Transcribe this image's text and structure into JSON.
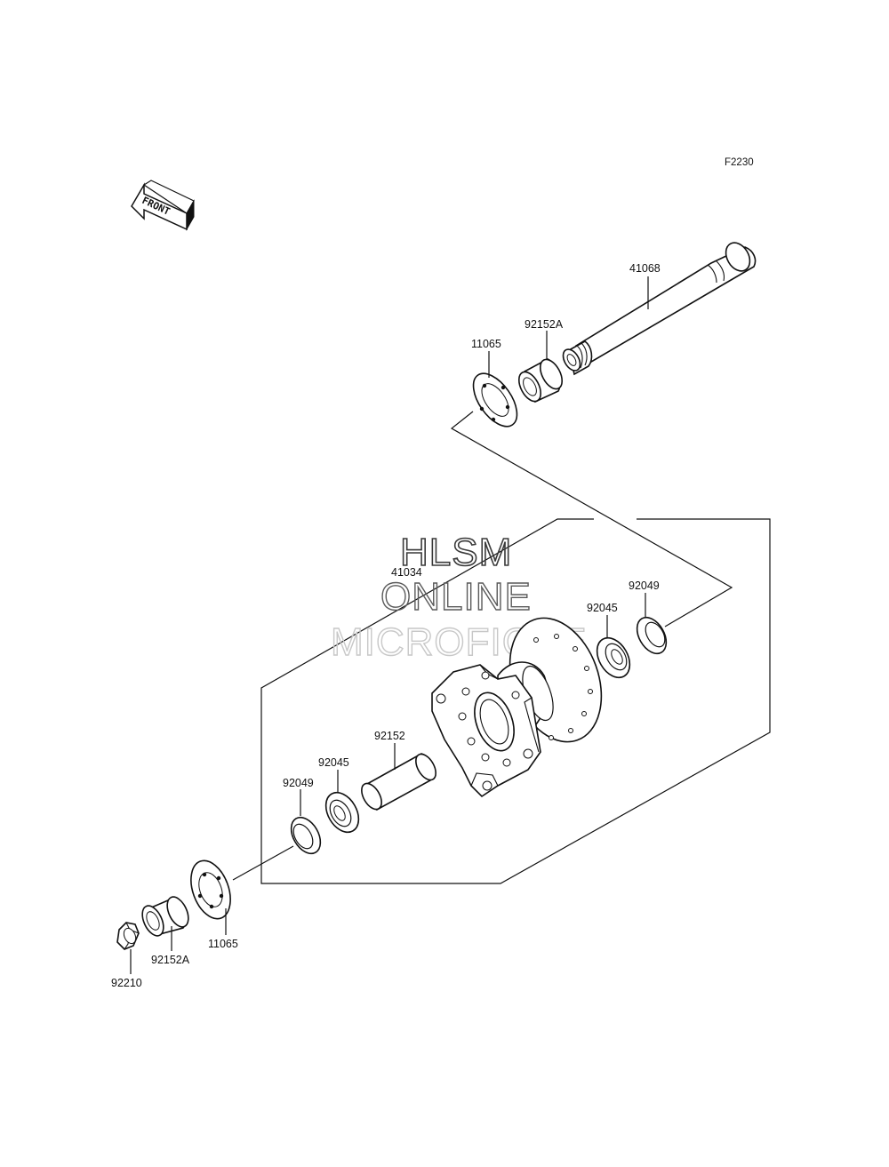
{
  "diagram": {
    "code": "F2230",
    "front_label": "FRONT",
    "watermark": {
      "line1": "HLSM",
      "line2": "ONLINE",
      "line3": "MICROFICHE"
    },
    "parts": {
      "axle": "41068",
      "collar_upper": "92152A",
      "rotor_plate_upper": "11065",
      "hub": "41034",
      "seal_right": "92049",
      "bearing_right": "92045",
      "spacer": "92152",
      "bearing_left": "92045",
      "seal_left": "92049",
      "rotor_plate_lower": "11065",
      "collar_lower": "92152A",
      "nut": "92210"
    }
  }
}
